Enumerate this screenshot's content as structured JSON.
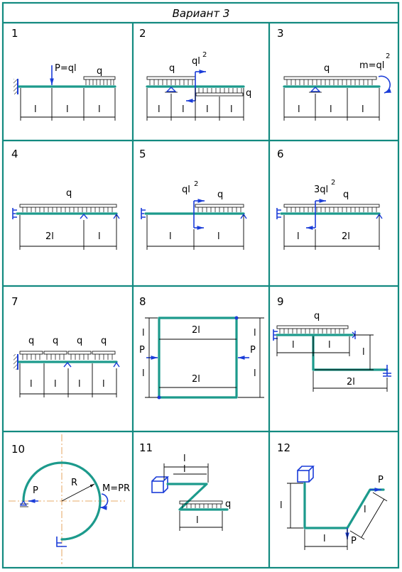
{
  "header": {
    "title": "Вариант  3"
  },
  "panels": [
    {
      "number": "1",
      "labels": {
        "p": "P=ql",
        "q": "q",
        "l1": "l",
        "l2": "l",
        "l3": "l"
      }
    },
    {
      "number": "2",
      "labels": {
        "m": "ql",
        "m_sup": "2",
        "q1": "q",
        "q2": "q",
        "l1": "l",
        "l2": "l",
        "l3": "l",
        "l4": "l"
      }
    },
    {
      "number": "3",
      "labels": {
        "q": "q",
        "m": "m=ql",
        "m_sup": "2",
        "l1": "l",
        "l2": "l",
        "l3": "l"
      }
    },
    {
      "number": "4",
      "labels": {
        "q": "q",
        "l1": "2l",
        "l2": "l"
      }
    },
    {
      "number": "5",
      "labels": {
        "m": "ql",
        "m_sup": "2",
        "q": "q",
        "l1": "l",
        "l2": "l"
      }
    },
    {
      "number": "6",
      "labels": {
        "m": "3ql",
        "m_sup": "2",
        "q": "q",
        "l1": "l",
        "l2": "2l"
      }
    },
    {
      "number": "7",
      "labels": {
        "q1": "q",
        "q2": "q",
        "q3": "q",
        "q4": "q",
        "l1": "l",
        "l2": "l",
        "l3": "l",
        "l4": "l"
      }
    },
    {
      "number": "8",
      "labels": {
        "top": "2l",
        "bottom": "2l",
        "p_left": "P",
        "p_right": "P",
        "l_left_top": "l",
        "l_left_bottom": "l",
        "l_right_top": "l",
        "l_right_bottom": "l"
      }
    },
    {
      "number": "9",
      "labels": {
        "q": "q",
        "l1": "l",
        "l2": "l",
        "lv": "l",
        "l3": "2l"
      }
    },
    {
      "number": "10",
      "labels": {
        "p": "P",
        "r": "R",
        "m": "M=PR"
      }
    },
    {
      "number": "11",
      "labels": {
        "l_top": "l",
        "l_mid": "l",
        "l_bot": "l",
        "q": "q"
      }
    },
    {
      "number": "12",
      "labels": {
        "lv": "l",
        "lh": "l",
        "ld": "l",
        "p1": "P",
        "p2": "P"
      }
    }
  ]
}
